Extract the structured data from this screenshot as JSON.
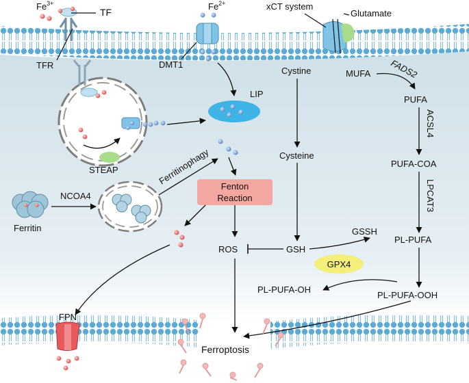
{
  "labels": {
    "fe3_base": "Fe",
    "fe3_sup": "3+",
    "fe2_base": "Fe",
    "fe2_sup": "2+",
    "tf": "TF",
    "tfr": "TFR",
    "dmt1": "DMT1",
    "lip": "LIP",
    "steap": "STEAP",
    "ferritin": "Ferritin",
    "ncoa4": "NCOA4",
    "ferritinophagy": "Ferritinophagy",
    "fenton_line1": "Fenton",
    "fenton_line2": "Reaction",
    "ros": "ROS",
    "fpn": "FPN",
    "ferroptosis": "Ferroptosis",
    "xct": "xCT system",
    "glutamate": "Glutamate",
    "cystine": "Cystine",
    "cysteine": "Cysteine",
    "gsh": "GSH",
    "gssh": "GSSH",
    "gpx4": "GPX4",
    "mufa": "MUFA",
    "fads2": "FADS2",
    "pufa": "PUFA",
    "acsl4": "ACSL4",
    "pufa_coa": "PUFA-COA",
    "lpcat3": "LPCAT3",
    "pl_pufa": "PL-PUFA",
    "pl_pufa_oh": "PL-PUFA-OH",
    "pl_pufa_ooh": "PL-PUFA-OOH"
  },
  "colors": {
    "lipid_head": "#5aa9d6",
    "cytoplasm_top": "#cfe0e8",
    "lip_fill": "#3db3e6",
    "fenton_fill": "#f4a6a0",
    "gpx4_fill": "#f3ef7a",
    "fe3_ion": "#e25b5b",
    "fe2_ion": "#5b8fd1",
    "transporter": "#7fc3e6",
    "fpn_fill": "#e8595c",
    "xct_accent": "#a8dc8c",
    "ferritin_fill": "#9fc6d8"
  }
}
